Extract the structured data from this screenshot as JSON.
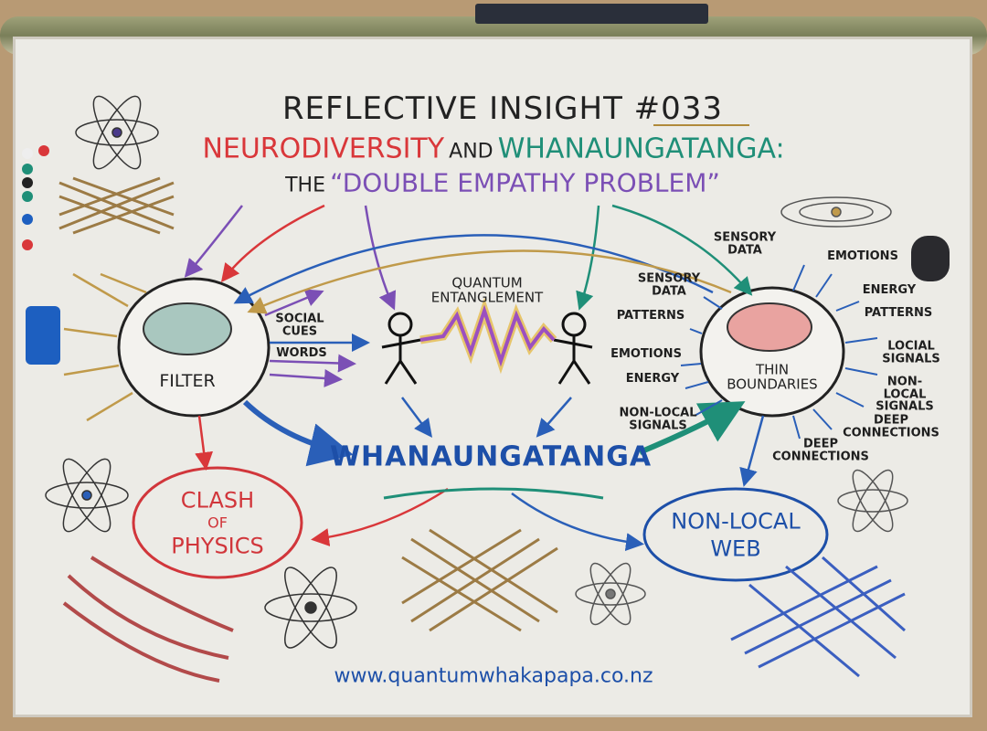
{
  "title": "REFLECTIVE INSIGHT #033",
  "subtitle": {
    "part1": "NEURODIVERSITY",
    "and": "AND",
    "part2": "WHANAUNGATANGA:",
    "the": "THE",
    "problem": "“DOUBLE EMPATHY PROBLEM”"
  },
  "filter": {
    "label": "FILTER",
    "outputs": [
      "SOCIAL CUES",
      "WORDS"
    ]
  },
  "center": {
    "label": "QUANTUM ENTANGLEMENT",
    "hub": "WHANAUNGATANGA"
  },
  "thin_boundaries": {
    "label": "THIN BOUNDARIES",
    "inputs_left": [
      "SENSORY DATA",
      "PATTERNS",
      "EMOTIONS",
      "ENERGY",
      "NON-LOCAL SIGNALS"
    ],
    "inputs_top": [
      "SENSORY DATA",
      "EMOTIONS"
    ],
    "inputs_right": [
      "ENERGY",
      "PATTERNS",
      "LOCIAL SIGNALS",
      "NON-LOCAL SIGNALS",
      "DEEP CONNECTIONS"
    ],
    "inputs_bottom": [
      "DEEP CONNECTIONS"
    ]
  },
  "clash": {
    "line1": "CLASH",
    "line2": "OF",
    "line3": "PHYSICS"
  },
  "nonlocal": {
    "line1": "NON-LOCAL",
    "line2": "WEB"
  },
  "url": "www.quantumwhakapapa.co.nz",
  "colors": {
    "red": "#d9373a",
    "green": "#1f8f78",
    "purple": "#7b4fb5",
    "blue": "#1d4fa8",
    "gold": "#c09a4a"
  },
  "icons": [
    "brain-icon",
    "stick-figure-icon",
    "atom-icon",
    "weave-icon",
    "zigzag-wave-icon"
  ]
}
